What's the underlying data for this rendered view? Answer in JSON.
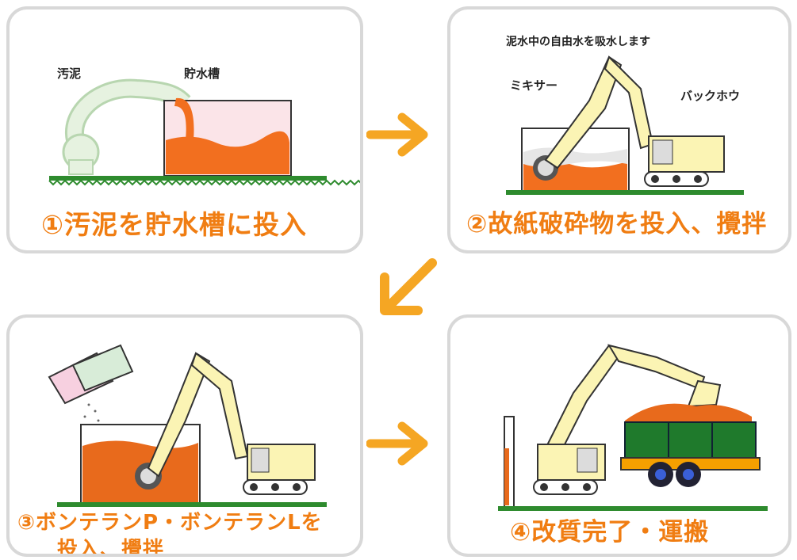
{
  "panels": [
    {
      "caption": "①汚泥を貯水槽に投入",
      "labels": {
        "sludge": "汚泥",
        "tank": "貯水槽"
      }
    },
    {
      "caption": "②故紙破砕物を投入、攪拌",
      "labels": {
        "absorb": "泥水中の自由水を吸水します",
        "mixer": "ミキサー",
        "backhoe": "バックホウ"
      }
    },
    {
      "caption_line1": "③ボンテランP・ボンテランLを",
      "caption_line2": "投入、攪拌"
    },
    {
      "caption": "④改質完了・運搬"
    }
  ],
  "colors": {
    "caption": "#f07d12",
    "arrow": "#f5a623",
    "sludge": "#f26f1f",
    "ground": "#2e8b2e",
    "excavator": "#fbf4b4",
    "truck_body": "#1f7a2c",
    "truck_frame": "#f5a000"
  }
}
